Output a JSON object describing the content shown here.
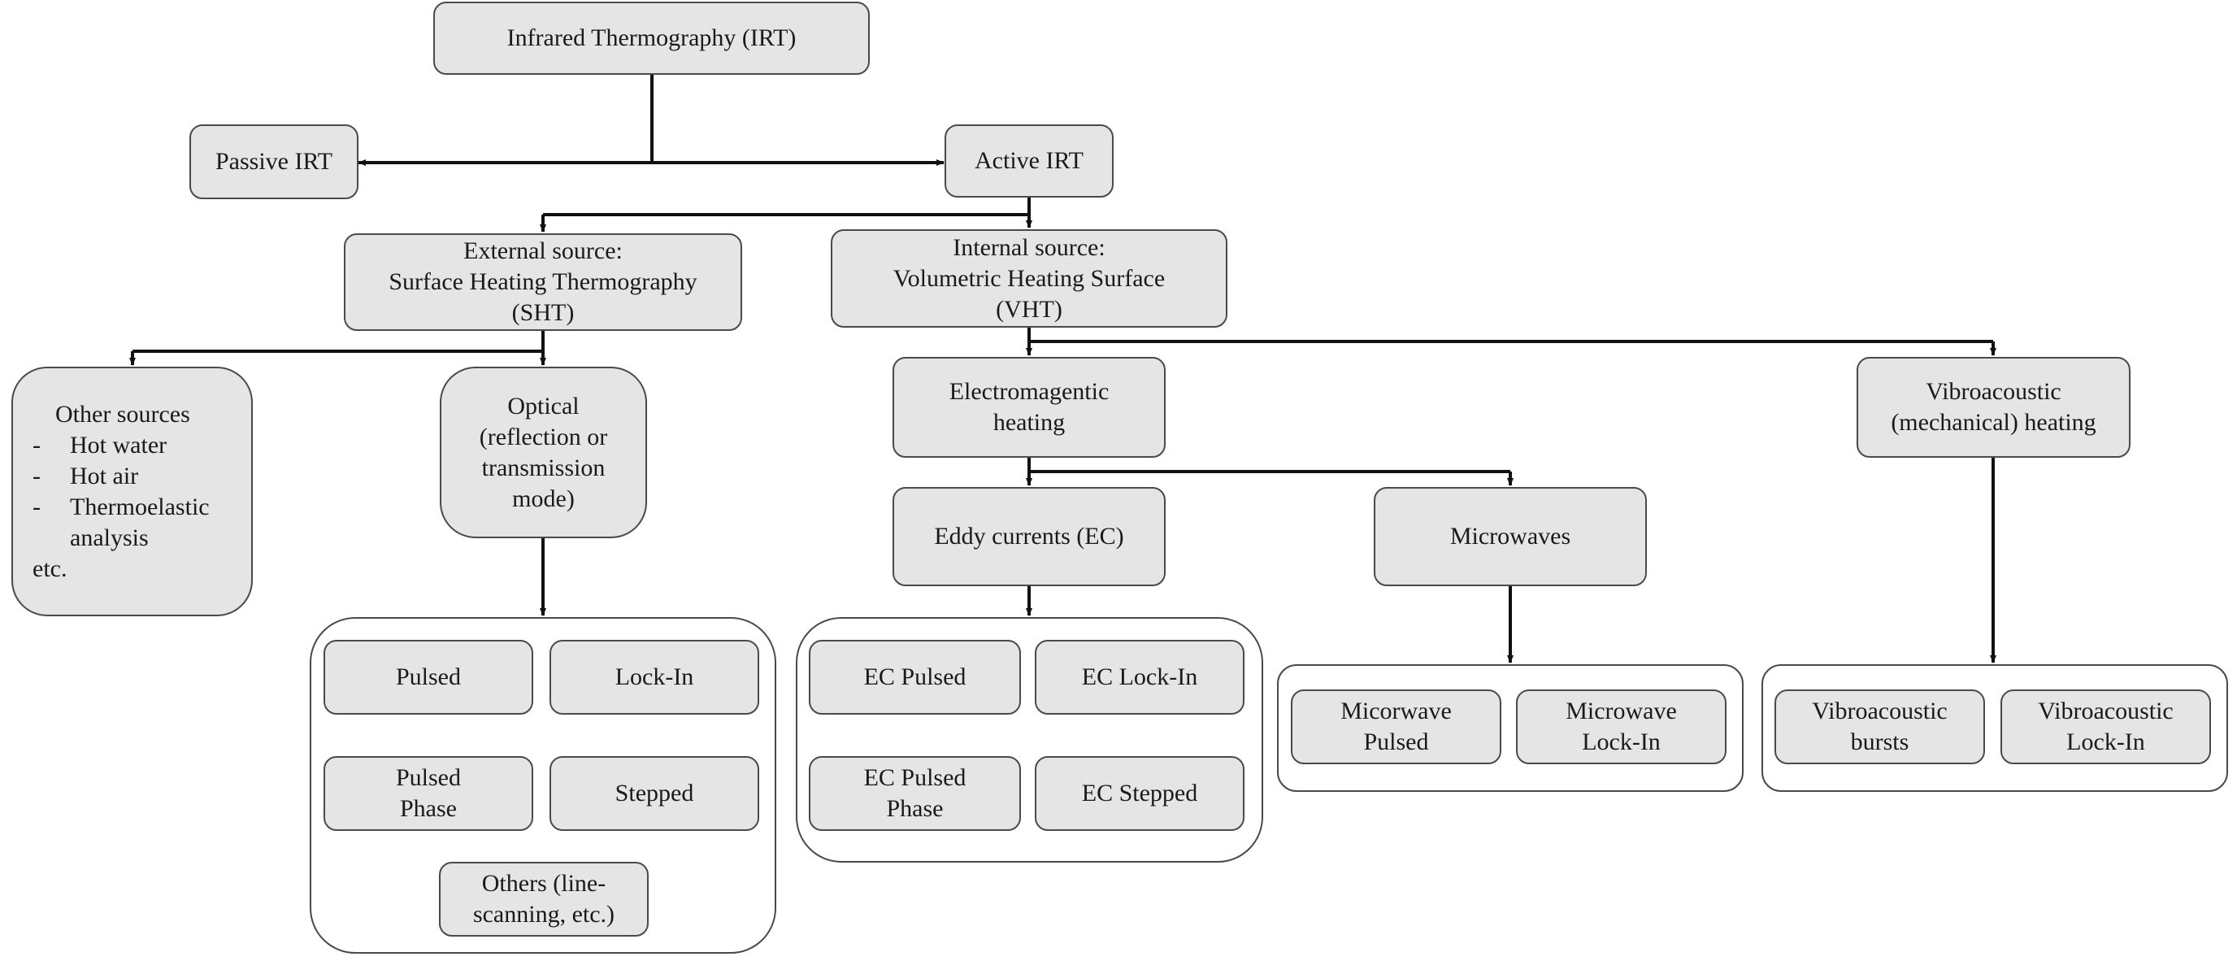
{
  "nodes": {
    "irt": "Infrared Thermography (IRT)",
    "passive": "Passive IRT",
    "active": "Active IRT",
    "external": "External source:\nSurface Heating Thermography\n(SHT)",
    "internal": "Internal source:\nVolumetric Heating Surface\n(VHT)",
    "optical": "Optical\n(reflection or\ntransmission\nmode)",
    "electromagnetic": "Electromagentic\nheating",
    "vibro": "Vibroacoustic\n(mechanical) heating",
    "eddy": "Eddy currents (EC)",
    "microwaves": "Microwaves"
  },
  "other_sources": {
    "title": "Other sources",
    "items": [
      "Hot water",
      "Hot air",
      "Thermoelastic"
    ],
    "continuation": "analysis",
    "footer": "etc."
  },
  "optical_methods": {
    "pulsed": "Pulsed",
    "lockin": "Lock-In",
    "pulsed_phase": "Pulsed\nPhase",
    "stepped": "Stepped",
    "others": "Others (line-\nscanning, etc.)"
  },
  "ec_methods": {
    "pulsed": "EC Pulsed",
    "lockin": "EC Lock-In",
    "pulsed_phase": "EC Pulsed\nPhase",
    "stepped": "EC Stepped"
  },
  "microwave_methods": {
    "pulsed": "Micorwave\nPulsed",
    "lockin": "Microwave\nLock-In"
  },
  "vibro_methods": {
    "bursts": "Vibroacoustic\nbursts",
    "lockin": "Vibroacoustic\nLock-In"
  }
}
